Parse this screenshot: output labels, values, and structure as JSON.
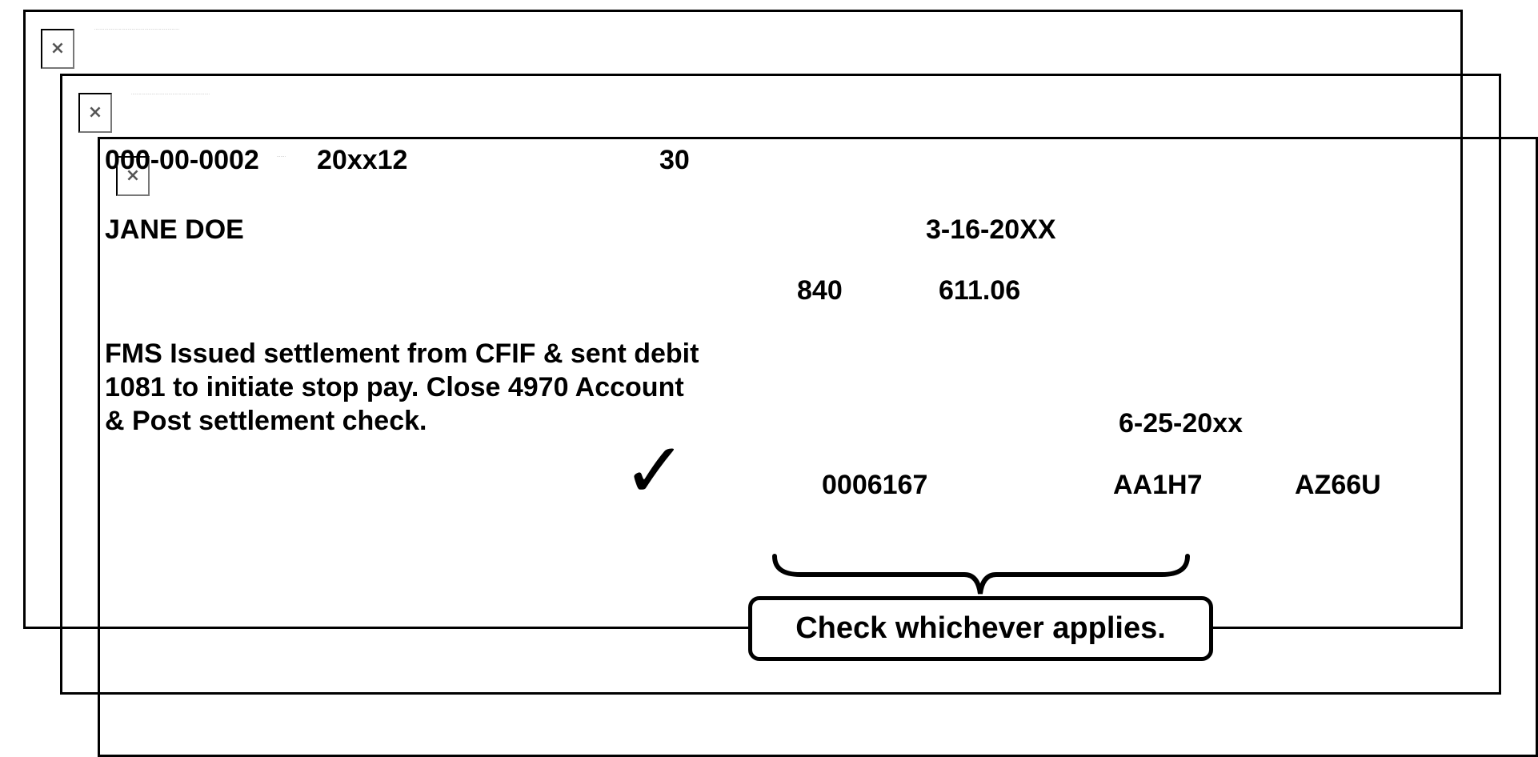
{
  "tiny_captions": [
    "..................................................................",
    ".............................................................",
    "......."
  ],
  "fields": {
    "ssn": "000-00-0002",
    "tax_period": "20xx12",
    "mft": "30",
    "name": "JANE DOE",
    "date1": "3-16-20XX",
    "tc": "840",
    "amount": "611.06",
    "remark": "FMS Issued settlement from CFIF & sent debit\n1081 to initiate stop pay. Close 4970 Account\n& Post settlement check.",
    "date2": "6-25-20xx",
    "checkmark": "✓",
    "check_number": "0006167",
    "code1": "AA1H7",
    "code2": "AZ66U"
  },
  "callout": "Check whichever applies."
}
